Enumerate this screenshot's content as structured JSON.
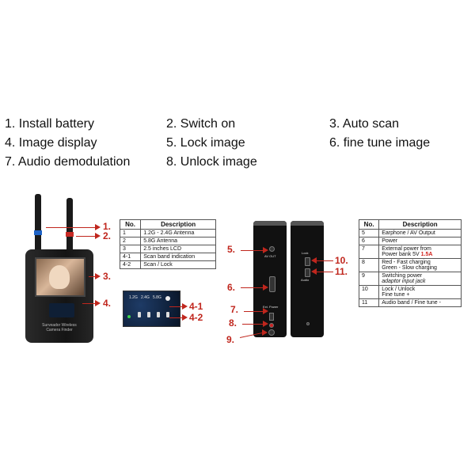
{
  "steps": [
    "1. Install battery",
    "2. Switch on",
    "3. Auto scan",
    "4. Image display",
    "5. Lock image",
    "6. fine tune image",
    "7. Audio demodulation",
    "8. Unlock image"
  ],
  "callouts_left": {
    "c1": "1.",
    "c2": "2.",
    "c3": "3.",
    "c4": "4.",
    "c41": "4-1",
    "c42": "4-2"
  },
  "callouts_right": {
    "c5": "5.",
    "c6": "6.",
    "c7": "7.",
    "c8": "8.",
    "c9": "9.",
    "c10": "10.",
    "c11": "11."
  },
  "device_left": {
    "brand": "Surveador Wireless Camera Finder"
  },
  "led_panel": {
    "band1": "1.2G",
    "band2": "2.4G",
    "band3": "5.8G"
  },
  "device_right": {
    "label_avout": "AV OUT",
    "label_extpower": "Ext. Power",
    "label_lock": "Lock",
    "label_audio": "Audio"
  },
  "table_left": {
    "header_no": "No.",
    "header_desc": "Description",
    "rows": [
      {
        "no": "1",
        "desc": "1.2G - 2.4G Antenna"
      },
      {
        "no": "2",
        "desc": "5.8G Antenna"
      },
      {
        "no": "3",
        "desc": "2.5 inches LCD"
      },
      {
        "no": "4-1",
        "desc": "Scan band indication"
      },
      {
        "no": "4-2",
        "desc": "Scan / Lock"
      }
    ]
  },
  "table_right": {
    "header_no": "No.",
    "header_desc": "Description",
    "rows": [
      {
        "no": "5",
        "desc": "Earphone / AV Output"
      },
      {
        "no": "6",
        "desc": "Power"
      },
      {
        "no": "7",
        "desc_a": "External power from",
        "desc_b": "Power bank 5V ",
        "desc_red": "1.5A"
      },
      {
        "no": "8",
        "desc_a": "Red - Fast charging",
        "desc_b": "Green - Slow charging"
      },
      {
        "no": "9",
        "desc_a": "Switching power",
        "desc_b": "adaptor input jack"
      },
      {
        "no": "10",
        "desc_a": "Lock / Unlock",
        "desc_b": "Fine tune +"
      },
      {
        "no": "11",
        "desc": "Audio band / Fine tune -"
      }
    ]
  },
  "colors": {
    "accent_red": "#c0261d",
    "ring_blue": "#1f63c6",
    "ring_red": "#c82a25"
  }
}
